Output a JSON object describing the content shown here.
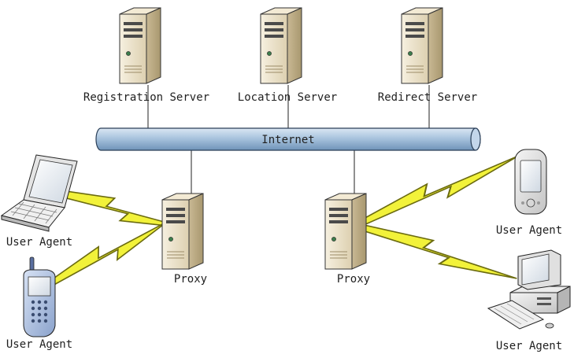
{
  "diagram": {
    "network": {
      "label": "Internet"
    },
    "servers": [
      {
        "label": "Registration Server"
      },
      {
        "label": "Location Server"
      },
      {
        "label": "Redirect Server"
      }
    ],
    "proxies": [
      {
        "label": "Proxy"
      },
      {
        "label": "Proxy"
      }
    ],
    "user_agents": [
      {
        "label": "User Agent",
        "device": "laptop"
      },
      {
        "label": "User Agent",
        "device": "mobile-phone"
      },
      {
        "label": "User Agent",
        "device": "pda"
      },
      {
        "label": "User Agent",
        "device": "desktop-computer"
      }
    ],
    "colors": {
      "internet_tube": "#a9c4de",
      "server_body": "#e9dfc7",
      "wireless_bolt": "#f2f23a"
    }
  }
}
